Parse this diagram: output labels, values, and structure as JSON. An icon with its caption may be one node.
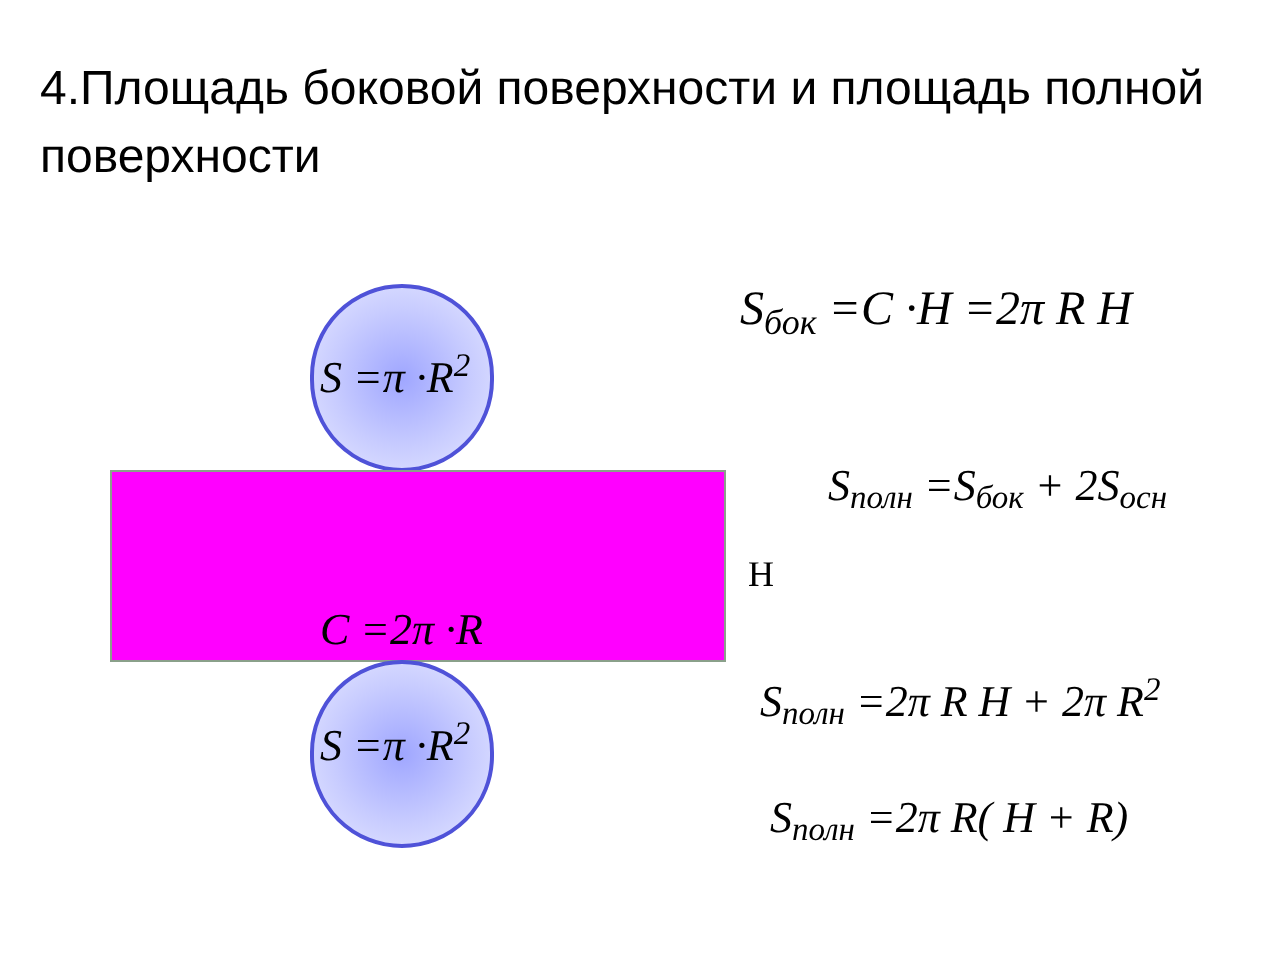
{
  "diagram": {
    "title": "4.Площадь боковой поверхности и площадь полной поверхности",
    "nodes": [
      {
        "text": [
          "S =π ·R$^{2}$"
        ]
      },
      {
        "text": [
          "C =2π ·R"
        ],
        "beside": [
          "H"
        ]
      },
      {
        "text": [
          "S =π ·R$^{2}$"
        ]
      }
    ],
    "labels": [
      "S$_{бок}$ =C ·H =2π R H",
      "S$_{полн}$ =S$_{бок}$ + 2S$_{осн}$",
      "S$_{полн}$ =2π R H + 2π R$^{2}$",
      "S$_{полн}$ =2π R( H +  R)"
    ]
  }
}
